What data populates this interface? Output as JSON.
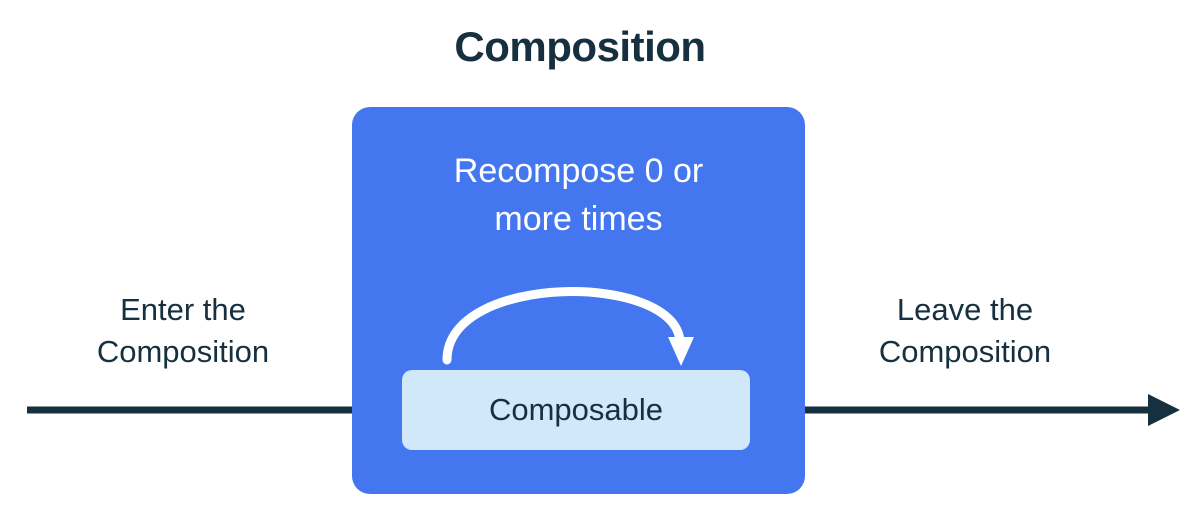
{
  "title": "Composition",
  "composition": {
    "recompose_label_line1": "Recompose 0 or",
    "recompose_label_line2": "more times",
    "composable_label": "Composable",
    "box_color": "#4477ef",
    "composable_color": "#d1e8fb",
    "loop_arrow_color": "#ffffff",
    "loop_arrow_name": "recompose-loop-arrow"
  },
  "enter": {
    "line1": "Enter the",
    "line2": "Composition",
    "arrow_name": "enter-composition-arrow"
  },
  "leave": {
    "line1": "Leave the",
    "line2": "Composition",
    "arrow_name": "leave-composition-arrow"
  },
  "colors": {
    "ink": "#16303f",
    "accent_blue": "#4477ef",
    "light_blue": "#d1e8fb",
    "background": "#ffffff"
  }
}
